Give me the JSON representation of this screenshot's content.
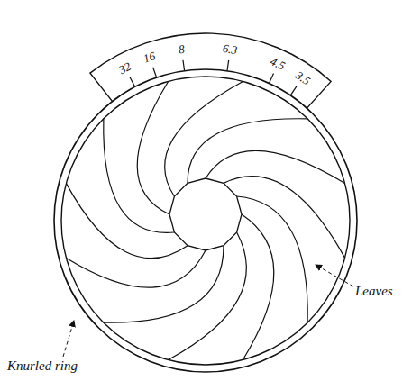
{
  "diagram": {
    "labels": [
      "32",
      "16",
      "8",
      "6.3",
      "4.5",
      "3.5",
      "Knurled ring",
      "Leaves"
    ]
  }
}
